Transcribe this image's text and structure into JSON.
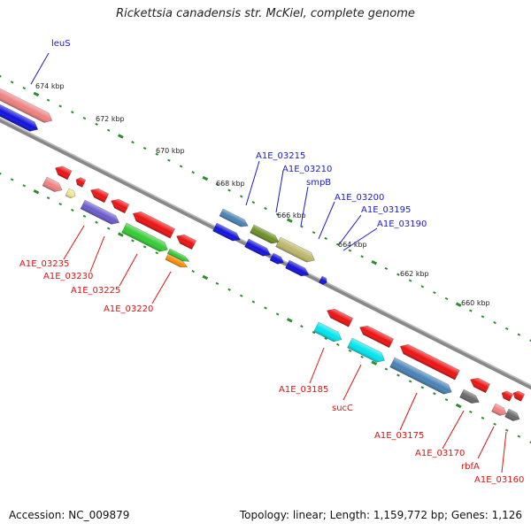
{
  "title": "Rickettsia canadensis str. McKiel, complete genome",
  "footer": {
    "accession": "Accession: NC_009879",
    "summary": "Topology: linear; Length: 1,159,772 bp; Genes: 1,126"
  },
  "scale_labels": [
    "674 kbp",
    "672 kbp",
    "670 kbp",
    "668 kbp",
    "666 kbp",
    "664 kbp",
    "662 kbp",
    "660 kbp"
  ],
  "gene_labels_top": [
    "leuS",
    "A1E_03215",
    "A1E_03210",
    "smpB",
    "A1E_03200",
    "A1E_03195",
    "A1E_03190"
  ],
  "gene_labels_bottom": [
    "A1E_03235",
    "A1E_03230",
    "A1E_03225",
    "A1E_03220",
    "A1E_03185",
    "sucC",
    "A1E_03175",
    "A1E_03170",
    "rbfA",
    "A1E_03160"
  ],
  "colors": {
    "backbone": "#888888",
    "scale_dots": "#2e8b2e",
    "gene_red": "#ee1111",
    "gene_blue": "#1111dd",
    "label_top": "#1a1acc",
    "label_bottom": "#dd1111"
  }
}
